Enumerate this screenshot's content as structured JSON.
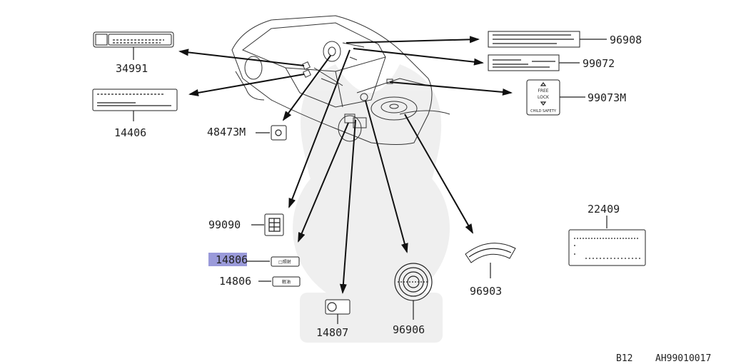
{
  "watermark": {
    "name": "samurai-helmet-watermark"
  },
  "parts": [
    {
      "id": "p34991",
      "number": "34991"
    },
    {
      "id": "p14406",
      "number": "14406"
    },
    {
      "id": "p48473M",
      "number": "48473M"
    },
    {
      "id": "p96908",
      "number": "96908"
    },
    {
      "id": "p99072",
      "number": "99072"
    },
    {
      "id": "p99073M",
      "number": "99073M"
    },
    {
      "id": "p99090",
      "number": "99090"
    },
    {
      "id": "p14806a",
      "number": "14806",
      "highlighted": true
    },
    {
      "id": "p14806b",
      "number": "14806"
    },
    {
      "id": "p14807",
      "number": "14807"
    },
    {
      "id": "p96906",
      "number": "96906"
    },
    {
      "id": "p96903",
      "number": "96903"
    },
    {
      "id": "p22409",
      "number": "22409"
    }
  ],
  "label_texts": {
    "free": "FREE",
    "lock": "LOCK",
    "child_safety": "CHILD SAFETY",
    "sticker_14806a": "□照射",
    "sticker_14806b": "軽油"
  },
  "footer": {
    "section": "B12",
    "drawing_id": "AH99010017"
  },
  "colors": {
    "highlight": "#8f8fd6",
    "ink": "#222222"
  }
}
